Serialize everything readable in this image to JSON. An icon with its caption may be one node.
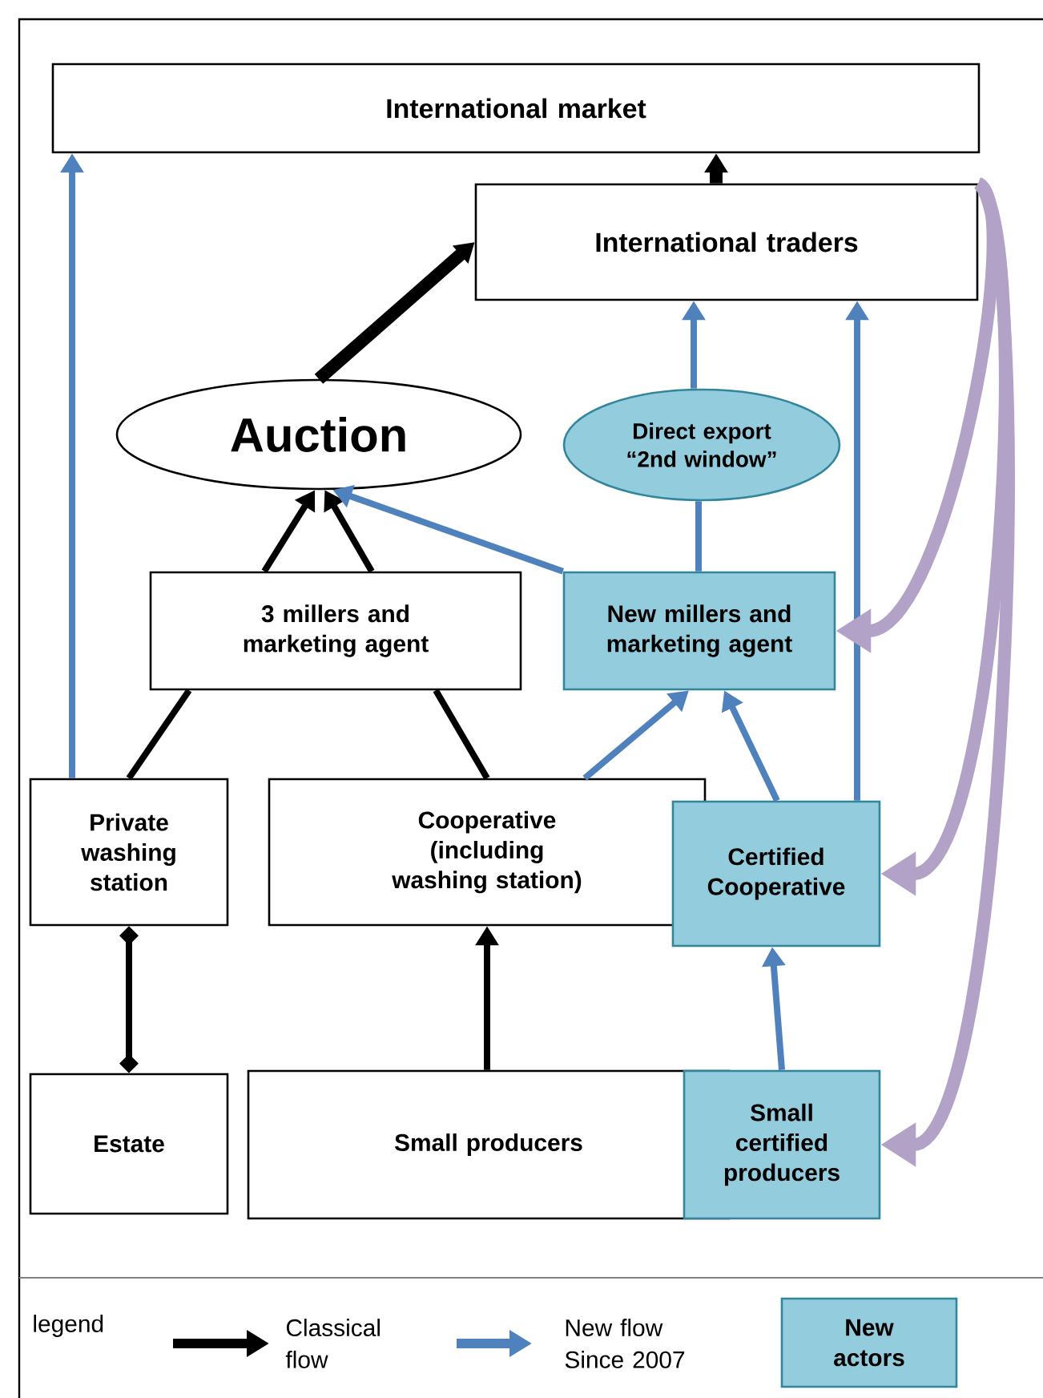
{
  "diagram": {
    "nodes": [
      {
        "text": [
          "International market"
        ]
      },
      {
        "text": [
          "International traders"
        ]
      },
      {
        "text": [
          "Auction"
        ]
      },
      {
        "text": [
          "Direct export “2nd window”"
        ]
      },
      {
        "text": [
          "3 millers and marketing agent"
        ]
      },
      {
        "text": [
          "New  millers and marketing agent"
        ]
      },
      {
        "text": [
          "Private washing station"
        ]
      },
      {
        "text": [
          "Cooperative (including washing station)"
        ]
      },
      {
        "text": [
          "Certified Cooperative"
        ]
      },
      {
        "text": [
          "Estate"
        ]
      },
      {
        "text": [
          "Small producers"
        ]
      },
      {
        "text": [
          "Small certified producers"
        ]
      }
    ],
    "edges": [
      {
        "from": 2,
        "to": 1,
        "arrow": "to",
        "style": "thick"
      },
      {
        "from": 1,
        "to": 0,
        "arrow": "to",
        "style": "thick"
      },
      {
        "from": 6,
        "to": 4,
        "arrow": "none"
      },
      {
        "from": 7,
        "to": 4,
        "arrow": "none"
      },
      {
        "from": 4,
        "to": 2,
        "arrow": "to"
      },
      {
        "from": 4,
        "to": 2,
        "arrow": "to"
      },
      {
        "from": 10,
        "to": 7,
        "arrow": "to"
      },
      {
        "from": 9,
        "to": 6,
        "arrow": "other"
      },
      {
        "from": 6,
        "to": 0,
        "arrow": "to",
        "color": "#4f81bd"
      },
      {
        "from": 5,
        "to": 2,
        "arrow": "to",
        "color": "#4f81bd"
      },
      {
        "from": 5,
        "to": 3,
        "arrow": "none",
        "color": "#4f81bd"
      },
      {
        "from": 3,
        "to": 1,
        "arrow": "to",
        "color": "#4f81bd"
      },
      {
        "from": 8,
        "to": 1,
        "arrow": "to",
        "color": "#4f81bd"
      },
      {
        "from": 7,
        "to": 5,
        "arrow": "to",
        "color": "#4f81bd"
      },
      {
        "from": 8,
        "to": 5,
        "arrow": "to",
        "color": "#4f81bd"
      },
      {
        "from": 11,
        "to": 8,
        "arrow": "to",
        "color": "#4f81bd"
      },
      {
        "from": 1,
        "to": 5,
        "arrow": "to",
        "style": "thick",
        "color": "#b3a2c7"
      },
      {
        "from": 1,
        "to": 8,
        "arrow": "to",
        "style": "thick",
        "color": "#b3a2c7"
      },
      {
        "from": 1,
        "to": 11,
        "arrow": "to",
        "style": "thick",
        "color": "#b3a2c7"
      }
    ],
    "labels": [
      "legend"
    ],
    "legend": [
      {
        "text": "Classical flow"
      },
      {
        "text": "New flow Since 2007"
      },
      {
        "text": "New actors",
        "color": "#93cddd"
      }
    ]
  }
}
